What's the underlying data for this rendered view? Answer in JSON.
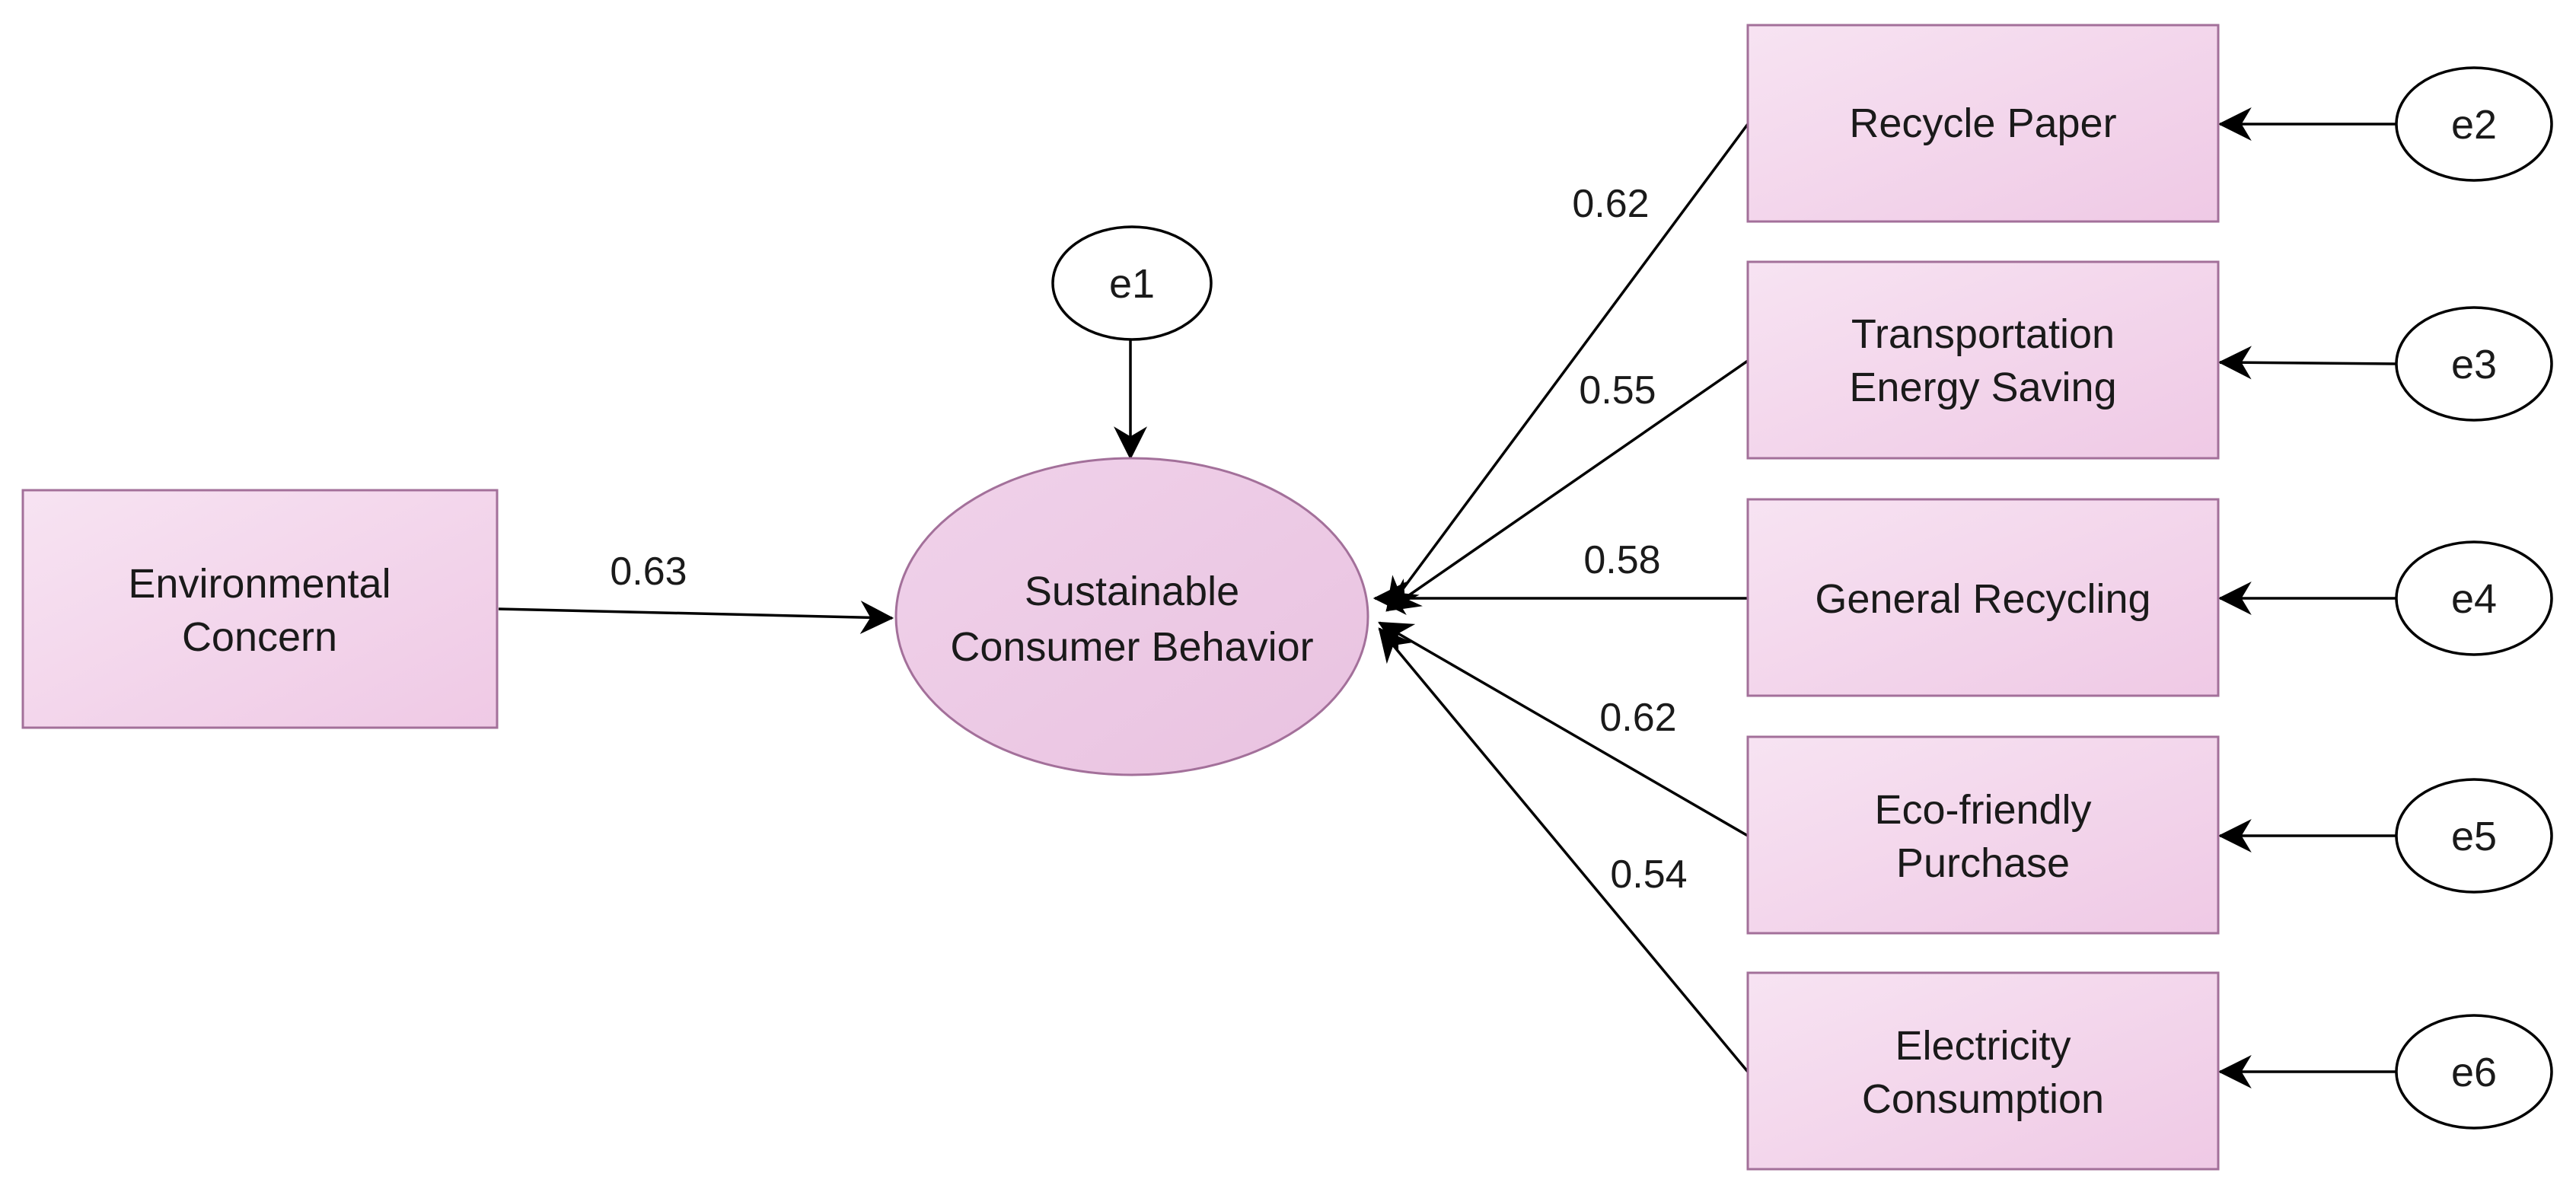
{
  "diagram": {
    "predictor": {
      "line1": "Environmental",
      "line2": "Concern"
    },
    "outcome": {
      "line1": "Sustainable",
      "line2": "Consumer Behavior"
    },
    "predictor_coefficient": "0.63",
    "outcome_error": "e1",
    "indicators": [
      {
        "line1": "Recycle Paper",
        "line2": "",
        "coefficient": "0.62",
        "error": "e2"
      },
      {
        "line1": "Transportation",
        "line2": "Energy Saving",
        "coefficient": "0.55",
        "error": "e3"
      },
      {
        "line1": "General Recycling",
        "line2": "",
        "coefficient": "0.58",
        "error": "e4"
      },
      {
        "line1": "Eco-friendly",
        "line2": "Purchase",
        "coefficient": "0.62",
        "error": "e5"
      },
      {
        "line1": "Electricity",
        "line2": "Consumption",
        "coefficient": "0.54",
        "error": "e6"
      }
    ],
    "colors": {
      "box_fill_light": "#f6e1f1",
      "box_fill_dark": "#efcbe6",
      "box_stroke": "#a3709a",
      "ellipse_fill": "#ecc8e4"
    }
  }
}
